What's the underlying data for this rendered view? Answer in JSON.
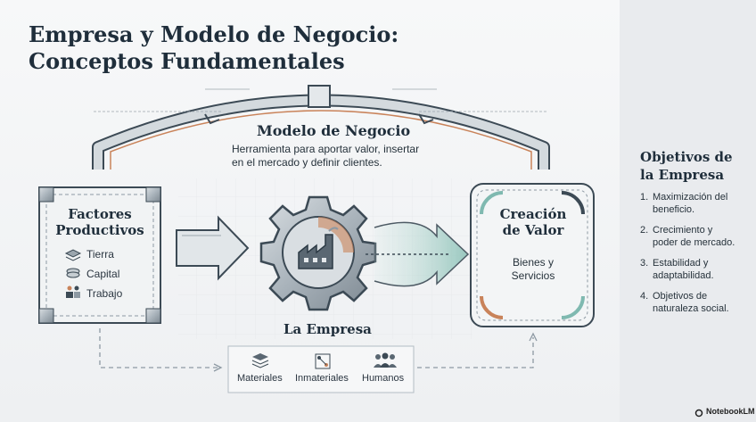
{
  "title": {
    "line1": "Empresa y Modelo de Negocio:",
    "line2": "Conceptos Fundamentales"
  },
  "modelo": {
    "heading": "Modelo de Negocio",
    "desc_line1": "Herramienta para aportar valor, insertar",
    "desc_line2": "en el mercado y definir clientes."
  },
  "factores": {
    "heading_line1": "Factores",
    "heading_line2": "Productivos",
    "items": [
      {
        "label": "Tierra",
        "icon": "layers-icon"
      },
      {
        "label": "Capital",
        "icon": "coins-icon"
      },
      {
        "label": "Trabajo",
        "icon": "workers-icon"
      }
    ]
  },
  "empresa": {
    "heading": "La Empresa",
    "icon": "factory-gear-icon"
  },
  "creacion": {
    "heading_line1": "Creación",
    "heading_line2": "de Valor",
    "body_line1": "Bienes y",
    "body_line2": "Servicios"
  },
  "recursos": [
    {
      "label": "Materiales",
      "icon": "layers-icon"
    },
    {
      "label": "Inmateriales",
      "icon": "network-icon"
    },
    {
      "label": "Humanos",
      "icon": "people-icon"
    }
  ],
  "objetivos": {
    "heading_line1": "Objetivos de",
    "heading_line2": "la Empresa",
    "items": [
      {
        "num": "1.",
        "line1": "Maximización del",
        "line2": "beneficio."
      },
      {
        "num": "2.",
        "line1": "Crecimiento y",
        "line2": "poder de mercado."
      },
      {
        "num": "3.",
        "line1": "Estabilidad y",
        "line2": "adaptabilidad."
      },
      {
        "num": "4.",
        "line1": "Objetivos de",
        "line2": "naturaleza social."
      }
    ]
  },
  "branding": {
    "logo": "NotebookLM"
  },
  "colors": {
    "accent_orange": "#c9835a",
    "accent_teal": "#7fb9b0",
    "steel": "#8d99a3",
    "dark": "#3c4a55"
  }
}
